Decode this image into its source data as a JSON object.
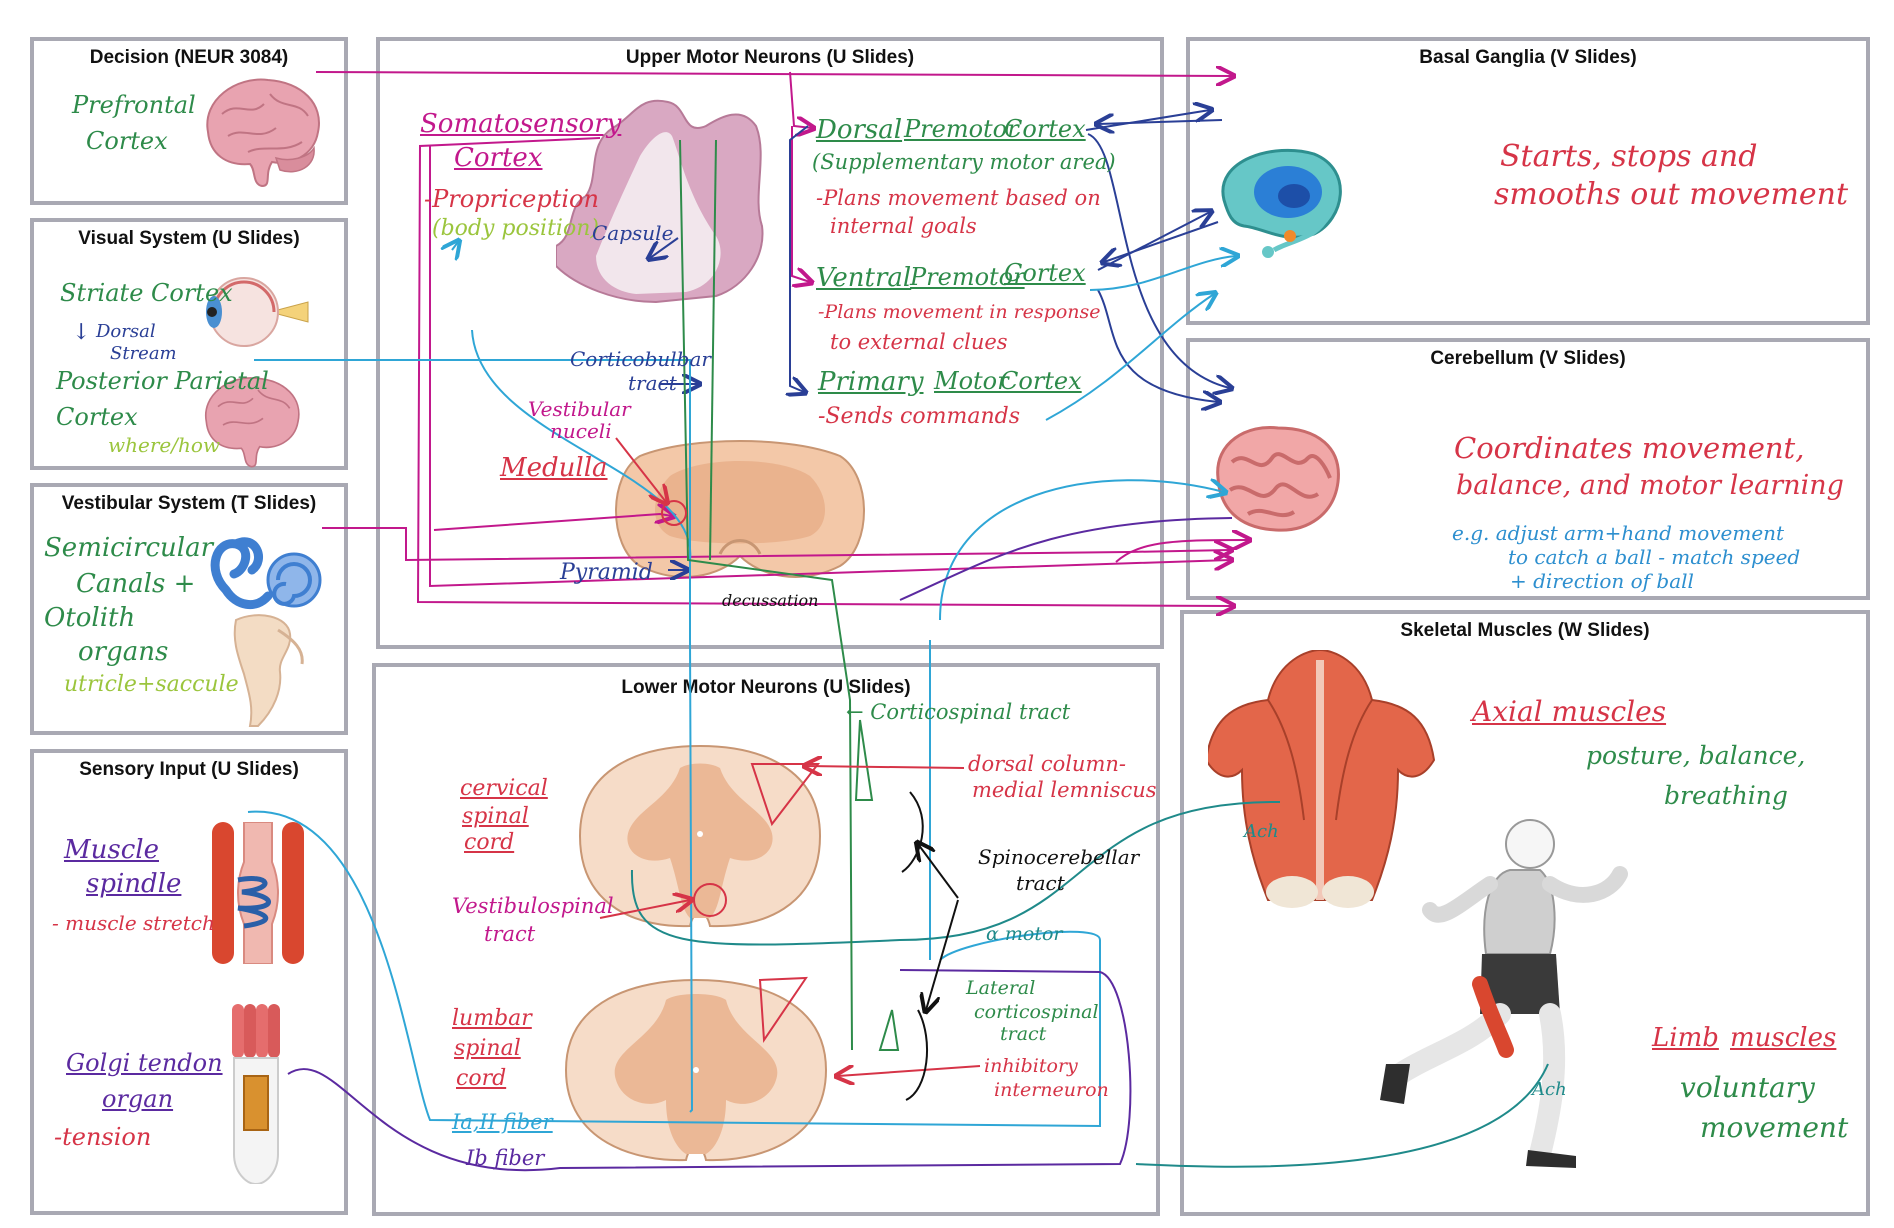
{
  "boxes": {
    "decision": "Decision  (NEUR 3084)",
    "visual": "Visual System  (U Slides)",
    "vestibular": "Vestibular System  (T Slides)",
    "sensory": "Sensory Input (U Slides)",
    "umn": "Upper Motor Neurons (U Slides)",
    "lmn": "Lower Motor Neurons (U Slides)",
    "basal": "Basal Ganglia (V Slides)",
    "cerebellum": "Cerebellum (V Slides)",
    "skeletal": "Skeletal Muscles (W Slides)"
  },
  "decision": {
    "l1": "Prefrontal",
    "l2": "Cortex"
  },
  "visual": {
    "striate": "Striate Cortex",
    "dorsal1": "Dorsal",
    "dorsal2": "Stream",
    "pp1": "Posterior Parietal",
    "pp2": "Cortex",
    "wherehow": "where/how"
  },
  "vestibular": {
    "l1": "Semicircular",
    "l2": "Canals +",
    "l3": "Otolith",
    "l4": "organs",
    "l5": "utricle+saccule"
  },
  "sensory": {
    "spindle1": "Muscle",
    "spindle2": "spindle",
    "stretch": "- muscle stretch",
    "golgi1": "Golgi tendon",
    "golgi2": "organ",
    "tension": "-tension"
  },
  "umn": {
    "soma1": "Somatosensory",
    "soma2": "Cortex",
    "propri": "-Propriception",
    "bodypos": "(body position)",
    "capsule": "Capsule",
    "corticobulbar1": "Corticobulbar",
    "corticobulbar2": "tract",
    "vestnuc1": "Vestibular",
    "vestnuc2": "nuceli",
    "medulla": "Medulla",
    "pyramid": "Pyramid",
    "decussation": "decussation",
    "dpc1": "Dorsal",
    "dpc2": "Premotor",
    "dpc3": "Cortex",
    "sma": "(Supplementary motor area)",
    "dpc_desc1": "-Plans movement based on",
    "dpc_desc2": "internal goals",
    "vpc1": "Ventral",
    "vpc2": "Premotor",
    "vpc3": "Cortex",
    "vpc_desc1": "-Plans movement in response",
    "vpc_desc2": "to external clues",
    "pmc1": "Primary",
    "pmc2": "Motor",
    "pmc3": "Cortex",
    "pmc_desc": "-Sends commands"
  },
  "lmn": {
    "cst": "← Corticospinal tract",
    "cerv1": "cervical",
    "cerv2": "spinal",
    "cerv3": "cord",
    "dcml1": "dorsal column-",
    "dcml2": "medial lemniscus",
    "spinocb1": "Spinocerebellar",
    "spinocb2": "tract",
    "vs1": "Vestibulospinal",
    "vs2": "tract",
    "amotor": "α motor",
    "lumb1": "lumbar",
    "lumb2": "spinal",
    "lumb3": "cord",
    "lcst1": "Lateral",
    "lcst2": "corticospinal",
    "lcst3": "tract",
    "inh1": "inhibitory",
    "inh2": "interneuron",
    "iaii": "Ia,II fiber",
    "ib": "Ib fiber"
  },
  "basal": {
    "l1": "Starts, stops and",
    "l2": "smooths out movement"
  },
  "cerebellum": {
    "l1": "Coordinates movement,",
    "l2": "balance, and motor learning",
    "e1": "e.g. adjust arm+hand movement",
    "e2": "to catch a ball - match speed",
    "e3": "+ direction of ball"
  },
  "skeletal": {
    "axial": "Axial muscles",
    "ax1": "posture, balance,",
    "ax2": "breathing",
    "ach1": "Ach",
    "ach2": "Ach",
    "limb1": "Limb",
    "limb2": "muscles",
    "vol1": "voluntary",
    "vol2": "movement"
  },
  "colors": {
    "magenta": "#c2188c",
    "green": "#2e8b4a",
    "red": "#d63447",
    "blue": "#2a3f96",
    "cyan": "#2fa6d6",
    "purple": "#5b2aa0",
    "yellowgreen": "#9bc53d",
    "border": "#a9a9b3"
  }
}
